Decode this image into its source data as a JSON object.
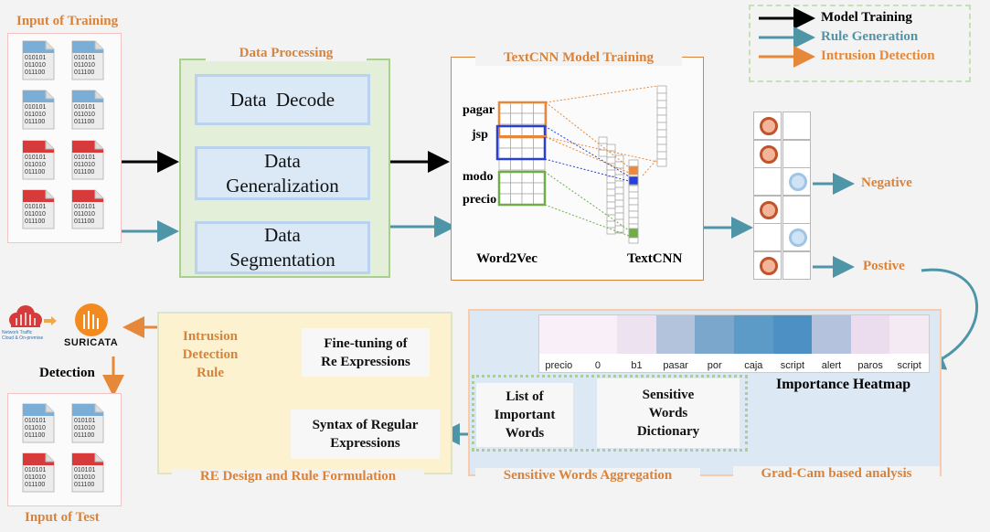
{
  "input_training": {
    "title": "Input of Training"
  },
  "input_test": {
    "title": "Input of Test"
  },
  "file_text": {
    "line1": "010101",
    "line2": "011010",
    "line3": "011100"
  },
  "data_processing": {
    "title": "Data Processing",
    "step1": "Data  Decode",
    "step2_l1": "Data",
    "step2_l2": "Generalization",
    "step3_l1": "Data",
    "step3_l2": "Segmentation"
  },
  "textcnn": {
    "title": "TextCNN Model Training",
    "words": [
      "pagar",
      "jsp",
      "modo",
      "precio"
    ],
    "word2vec": "Word2Vec",
    "textcnn_label": "TextCNN"
  },
  "legend": [
    {
      "label": "Model Training",
      "color": "#000000"
    },
    {
      "label": "Rule Generation",
      "color": "#4f95a8"
    },
    {
      "label": "Intrusion Detection",
      "color": "#e6883a"
    }
  ],
  "outputs": {
    "negative": "Negative",
    "positive": "Postive"
  },
  "heatmap": {
    "title": "Importance Heatmap",
    "words": [
      "precio",
      "0",
      "b1",
      "pasar",
      "por",
      "caja",
      "script",
      "alert",
      "paros",
      "script"
    ],
    "colors": [
      "#f8eff8",
      "#f8eff8",
      "#ede2ef",
      "#b3c3dc",
      "#7ba7cc",
      "#5c9ac7",
      "#4d90c3",
      "#b5c2dd",
      "#ebdded",
      "#f4eaf4"
    ]
  },
  "gradcam": {
    "title": "Grad-Cam based analysis"
  },
  "sensitive": {
    "title": "Sensitive Words Aggregation",
    "dict_l1": "Sensitive",
    "dict_l2": "Words",
    "dict_l3": "Dictionary",
    "list_l1": "List of",
    "list_l2": "Important",
    "list_l3": "Words"
  },
  "re_design": {
    "title": "RE Design and Rule Formulation",
    "syntax_l1": "Syntax of Regular",
    "syntax_l2": "Expressions",
    "finetune_l1": "Fine-tuning of",
    "finetune_l2": "Re Expressions",
    "rule_l1": "Intrusion",
    "rule_l2": "Detection",
    "rule_l3": "Rule"
  },
  "detection": {
    "label": "Detection",
    "suricata": "SURICATA",
    "cloud_l1": "Network Traffic",
    "cloud_l2": "Cloud & On-premise"
  }
}
